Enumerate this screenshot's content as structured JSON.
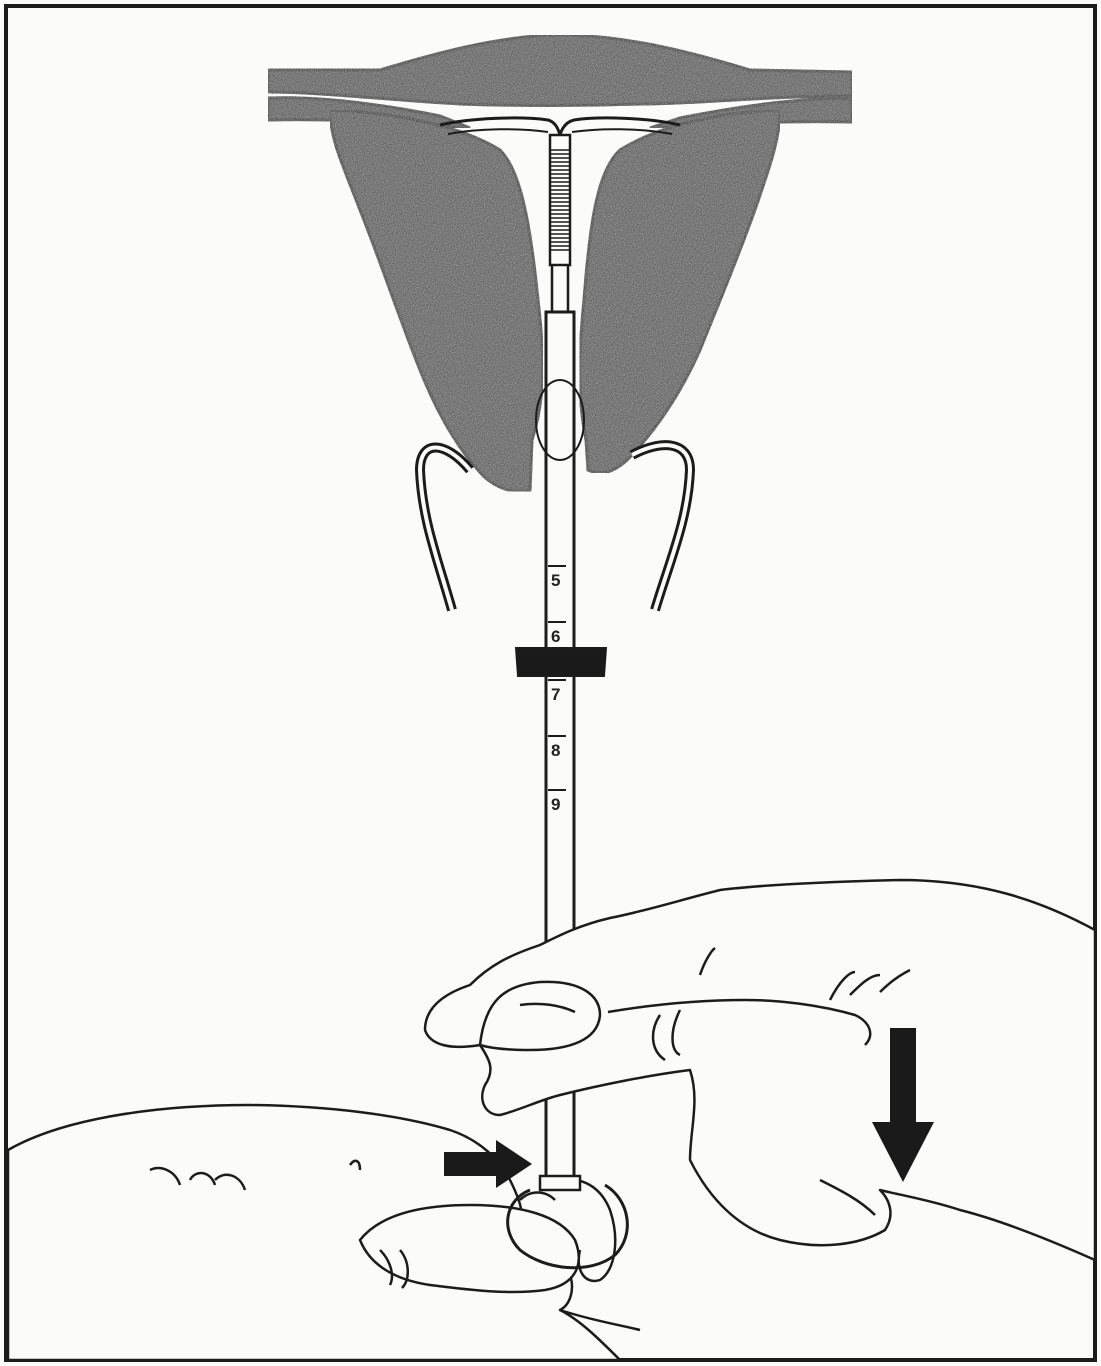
{
  "scale_markings": [
    "5",
    "6",
    "7",
    "8",
    "9"
  ],
  "colors": {
    "ink": "#1c1c1c",
    "tissue": "#4a4a4a",
    "paper": "#fbfbfa",
    "stopper": "#1a1a1a"
  },
  "icons": {
    "push_arrow": "arrow-right-icon",
    "pull_arrow": "arrow-down-icon"
  }
}
